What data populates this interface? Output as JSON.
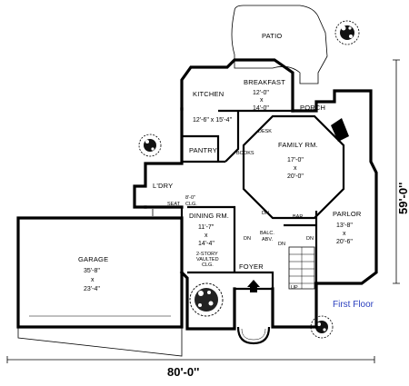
{
  "plan": {
    "rooms": {
      "patio": {
        "name": "PATIO"
      },
      "breakfast": {
        "name": "BREAKFAST",
        "dim1": "12'-0\"",
        "x": "x",
        "dim2": "14'-0\""
      },
      "kitchen": {
        "name": "KITCHEN",
        "dims": "12'-6\" x 15'-4\""
      },
      "porch": {
        "name": "PORCH"
      },
      "desk": {
        "name": "DESK"
      },
      "family": {
        "name": "FAMILY RM.",
        "dim1": "17'-0\"",
        "x": "x",
        "dim2": "20'-0\""
      },
      "pantry": {
        "name": "PANTRY"
      },
      "books": {
        "name": "BOOKS"
      },
      "laundry": {
        "name": "L'DRY"
      },
      "closet": {
        "name": "8'-0\"",
        "sub": "CLG."
      },
      "seat": {
        "name": "SEAT"
      },
      "dining": {
        "name": "DINING RM.",
        "dim1": "11'-7\"",
        "x": "x",
        "dim2": "14'-4\"",
        "note1": "2-STORY",
        "note2": "VAULTED",
        "note3": "CLG."
      },
      "parlor": {
        "name": "PARLOR",
        "dim1": "13'-8\"",
        "x": "x",
        "dim2": "20'-6\""
      },
      "garage": {
        "name": "GARAGE",
        "dim1": "35'-8\"",
        "x": "x",
        "dim2": "23'-4\""
      },
      "foyer": {
        "name": "FOYER"
      },
      "bar": {
        "name": "BAR"
      },
      "balc": {
        "name1": "BALC.",
        "name2": "ABV."
      },
      "dn1": {
        "name": "DN"
      },
      "dn2": {
        "name": "DN"
      },
      "dn3": {
        "name": "DN"
      },
      "dn4": {
        "name": "DN"
      },
      "up": {
        "name": "UP"
      }
    },
    "dimensions": {
      "width": "80'-0''",
      "depth": "59'-0''"
    },
    "floor_label": "First Floor",
    "colors": {
      "ink": "#000000",
      "floor_label": "#2a3fbf"
    }
  }
}
